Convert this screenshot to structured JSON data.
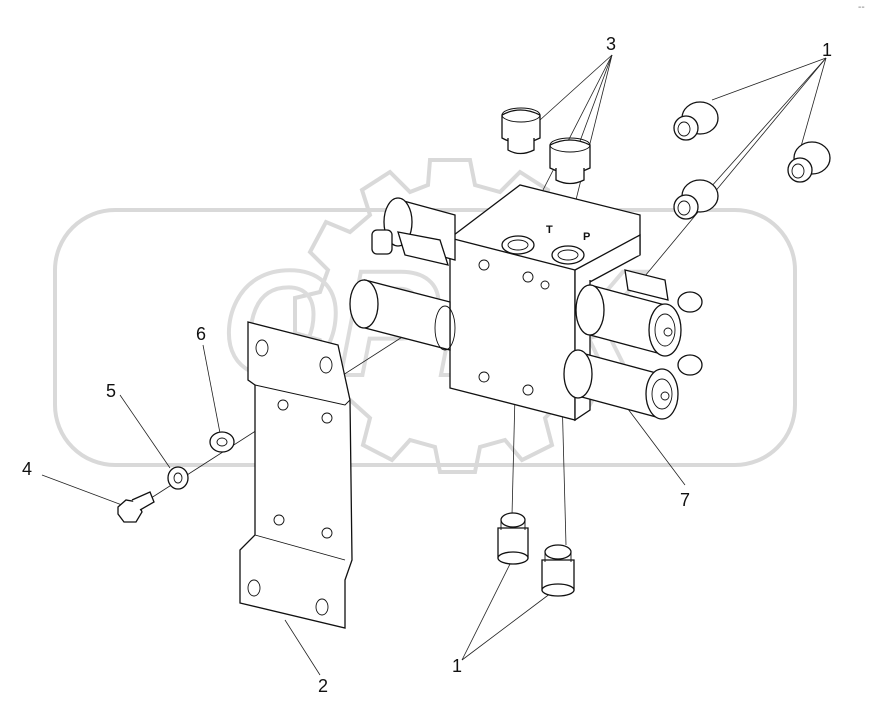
{
  "diagram": {
    "watermark_text": "OPEX",
    "corner_mark": "--",
    "callouts": [
      {
        "id": "c1-top",
        "label": "1"
      },
      {
        "id": "c1-bottom",
        "label": "1"
      },
      {
        "id": "c2",
        "label": "2"
      },
      {
        "id": "c3",
        "label": "3"
      },
      {
        "id": "c4",
        "label": "4"
      },
      {
        "id": "c5",
        "label": "5"
      },
      {
        "id": "c6",
        "label": "6"
      },
      {
        "id": "c7",
        "label": "7"
      }
    ],
    "port_labels": {
      "t": "T",
      "p": "P"
    }
  }
}
